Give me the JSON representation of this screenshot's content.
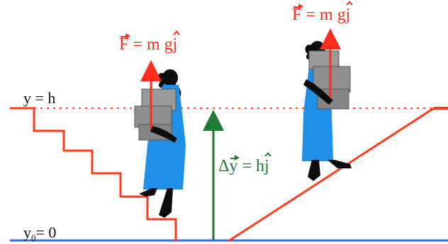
{
  "labels": {
    "height_line": "y = h",
    "ground_y": "y",
    "ground_sub": "0",
    "ground_rest": "= 0",
    "force_left": {
      "vector": "F",
      "expression": " = m g",
      "unit": "j"
    },
    "force_right": {
      "vector": "F",
      "expression": " = m g",
      "unit": "j"
    },
    "displacement": {
      "prefix": "Δ",
      "vector": "y",
      "expression": " = h",
      "unit": "j"
    }
  },
  "colors": {
    "stairs": "#ff3b1f",
    "ramp": "#ff3b1f",
    "force_arrow": "#ff2d1e",
    "displacement_arrow": "#1f7a32",
    "ground": "#3b6fe8",
    "height_dotted": "#ff4a3a",
    "dress": "#1f8fe8",
    "box": "#8f8f8f",
    "figure": "#0d0d0d"
  },
  "icons": {
    "left_person": "woman-carrying-boxes-icon",
    "right_person": "woman-carrying-boxes-icon"
  }
}
